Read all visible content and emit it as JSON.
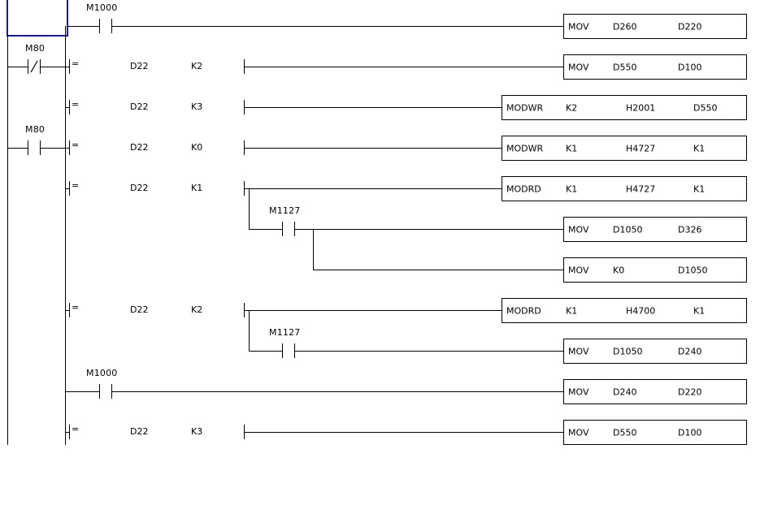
{
  "diagram": {
    "type": "ladder-logic",
    "program": "PLC Ladder Diagram",
    "selection": {
      "present": true,
      "color": "#1a1a8c"
    },
    "rails": {
      "left_label": "left-power-rail",
      "branch_label": "branch-bus"
    },
    "rungs": [
      {
        "id": "rung-1",
        "contacts": [
          {
            "name": "M1000",
            "type": "NO"
          }
        ],
        "block": {
          "mnemonic": "MOV",
          "operands": [
            "D260",
            "D220"
          ]
        }
      },
      {
        "id": "rung-2",
        "contacts": [
          {
            "name": "M80",
            "type": "NC"
          }
        ],
        "compare": {
          "op": "=",
          "operands": [
            "D22",
            "K2"
          ]
        },
        "block": {
          "mnemonic": "MOV",
          "operands": [
            "D550",
            "D100"
          ]
        }
      },
      {
        "id": "rung-3",
        "contacts": [],
        "compare": {
          "op": "=",
          "operands": [
            "D22",
            "K3"
          ]
        },
        "block": {
          "mnemonic": "MODWR",
          "operands": [
            "K2",
            "H2001",
            "D550"
          ]
        }
      },
      {
        "id": "rung-4",
        "contacts": [
          {
            "name": "M80",
            "type": "NO"
          }
        ],
        "compare": {
          "op": "=",
          "operands": [
            "D22",
            "K0"
          ]
        },
        "block": {
          "mnemonic": "MODWR",
          "operands": [
            "K1",
            "H4727",
            "K1"
          ]
        }
      },
      {
        "id": "rung-5",
        "contacts": [],
        "compare": {
          "op": "=",
          "operands": [
            "D22",
            "K1"
          ]
        },
        "block": {
          "mnemonic": "MODRD",
          "operands": [
            "K1",
            "H4727",
            "K1"
          ]
        }
      },
      {
        "id": "rung-6",
        "contacts": [
          {
            "name": "M1127",
            "type": "NO"
          }
        ],
        "block": {
          "mnemonic": "MOV",
          "operands": [
            "D1050",
            "D326"
          ]
        }
      },
      {
        "id": "rung-7",
        "contacts": [],
        "block": {
          "mnemonic": "MOV",
          "operands": [
            "K0",
            "D1050"
          ]
        }
      },
      {
        "id": "rung-8",
        "contacts": [],
        "compare": {
          "op": "=",
          "operands": [
            "D22",
            "K2"
          ]
        },
        "block": {
          "mnemonic": "MODRD",
          "operands": [
            "K1",
            "H4700",
            "K1"
          ]
        }
      },
      {
        "id": "rung-9",
        "contacts": [
          {
            "name": "M1127",
            "type": "NO"
          }
        ],
        "block": {
          "mnemonic": "MOV",
          "operands": [
            "D1050",
            "D240"
          ]
        }
      },
      {
        "id": "rung-10",
        "contacts": [
          {
            "name": "M1000",
            "type": "NO"
          }
        ],
        "block": {
          "mnemonic": "MOV",
          "operands": [
            "D240",
            "D220"
          ]
        }
      },
      {
        "id": "rung-11",
        "contacts": [],
        "compare": {
          "op": "=",
          "operands": [
            "D22",
            "K3"
          ]
        },
        "block": {
          "mnemonic": "MOV",
          "operands": [
            "D550",
            "D100"
          ]
        }
      }
    ]
  }
}
